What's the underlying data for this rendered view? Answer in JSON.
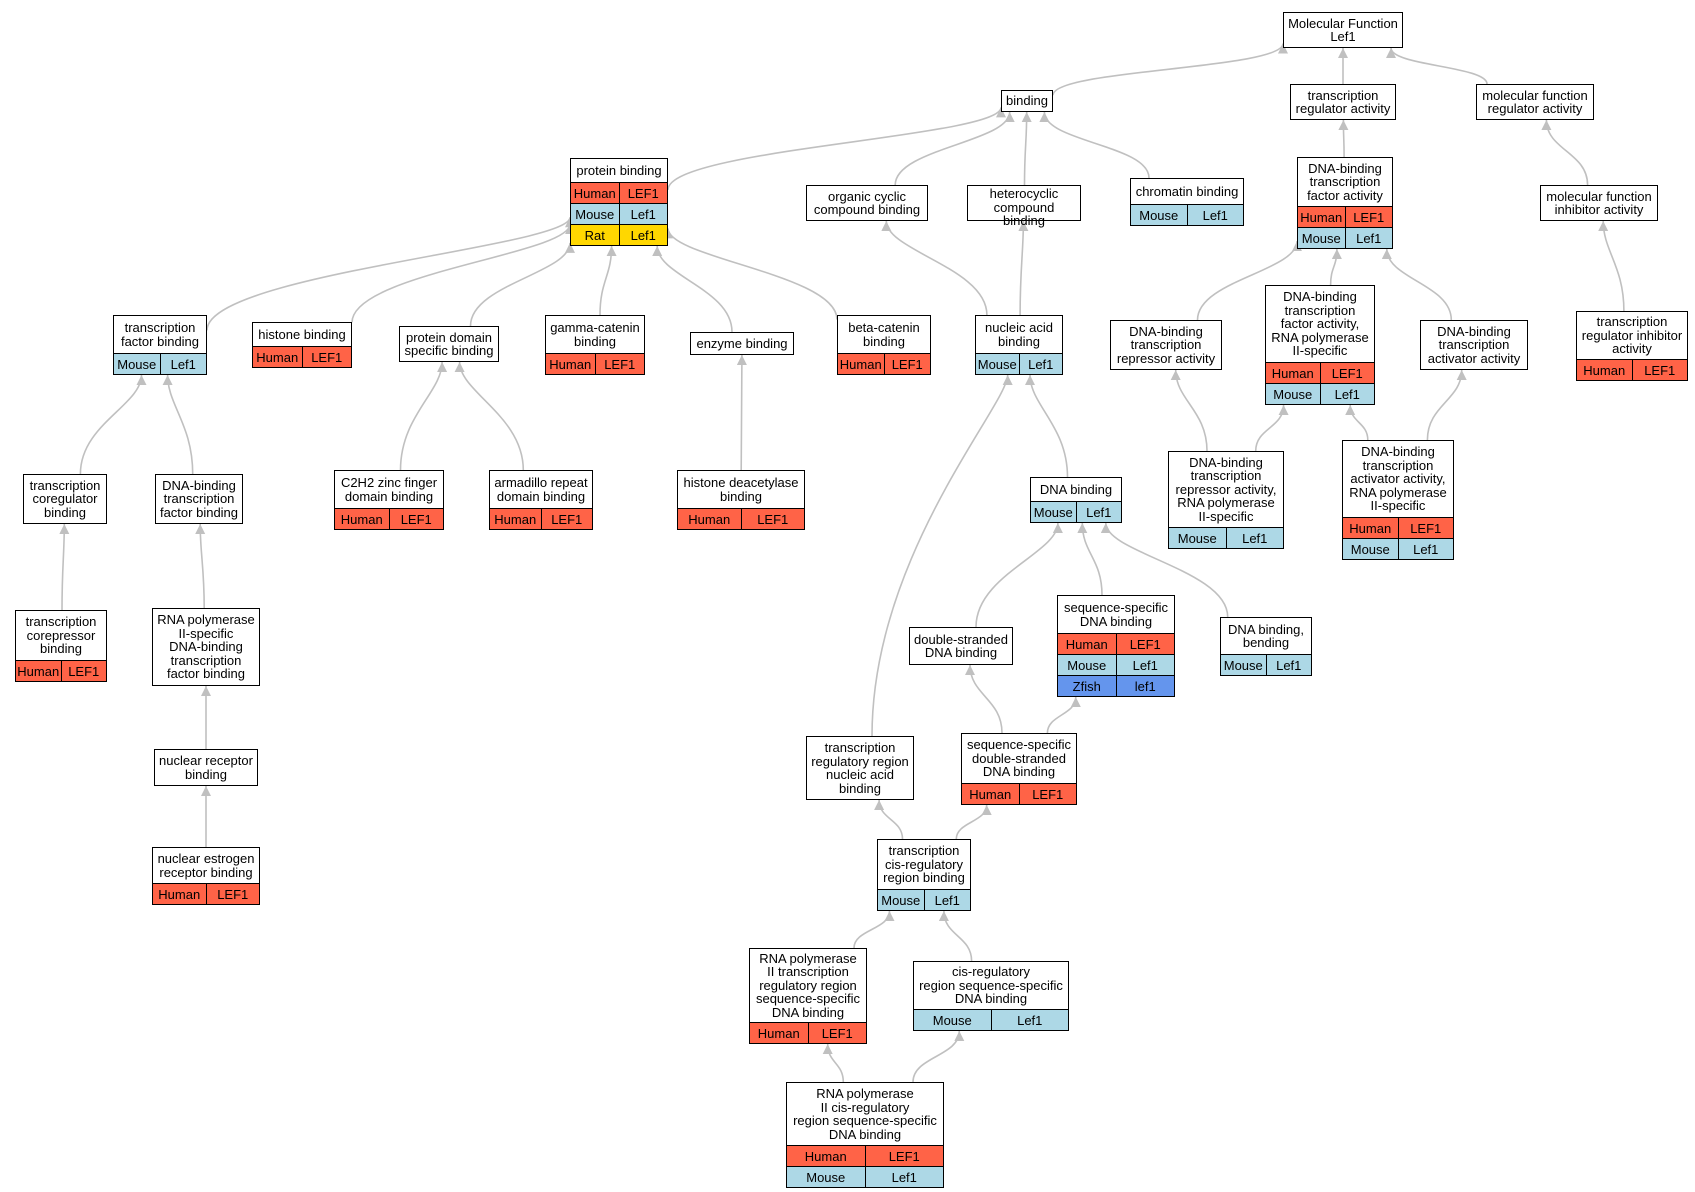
{
  "species_colors": {
    "Human": "#ff6347",
    "Mouse": "#add8e6",
    "Rat": "#ffd700",
    "Zfish": "#6495ed"
  },
  "edge_color": "#c0c0c0",
  "nodes": [
    {
      "id": "mf",
      "label": "Molecular Function\nLef1",
      "rows": []
    },
    {
      "id": "binding",
      "label": "binding",
      "rows": []
    },
    {
      "id": "tra",
      "label": "transcription\nregulator activity",
      "rows": []
    },
    {
      "id": "mfra",
      "label": "molecular function\nregulator activity",
      "rows": []
    },
    {
      "id": "pb",
      "label": "protein binding",
      "rows": [
        [
          "Human",
          "LEF1"
        ],
        [
          "Mouse",
          "Lef1"
        ],
        [
          "Rat",
          "Lef1"
        ]
      ]
    },
    {
      "id": "occb",
      "label": "organic cyclic\ncompound binding",
      "rows": []
    },
    {
      "id": "hccb",
      "label": "heterocyclic\ncompound binding",
      "rows": []
    },
    {
      "id": "chb",
      "label": "chromatin binding",
      "rows": [
        [
          "Mouse",
          "Lef1"
        ]
      ]
    },
    {
      "id": "dbtfa",
      "label": "DNA-binding\ntranscription\nfactor activity",
      "rows": [
        [
          "Human",
          "LEF1"
        ],
        [
          "Mouse",
          "Lef1"
        ]
      ]
    },
    {
      "id": "mfia",
      "label": "molecular function\ninhibitor activity",
      "rows": []
    },
    {
      "id": "tfb",
      "label": "transcription\nfactor binding",
      "rows": [
        [
          "Mouse",
          "Lef1"
        ]
      ]
    },
    {
      "id": "hb",
      "label": "histone binding",
      "rows": [
        [
          "Human",
          "LEF1"
        ]
      ]
    },
    {
      "id": "pdsb",
      "label": "protein domain\nspecific binding",
      "rows": []
    },
    {
      "id": "gcb",
      "label": "gamma-catenin\nbinding",
      "rows": [
        [
          "Human",
          "LEF1"
        ]
      ]
    },
    {
      "id": "eb",
      "label": "enzyme binding",
      "rows": []
    },
    {
      "id": "bcb",
      "label": "beta-catenin\nbinding",
      "rows": [
        [
          "Human",
          "LEF1"
        ]
      ]
    },
    {
      "id": "nab",
      "label": "nucleic acid\nbinding",
      "rows": [
        [
          "Mouse",
          "Lef1"
        ]
      ]
    },
    {
      "id": "dbtra",
      "label": "DNA-binding\ntranscription\nrepressor activity",
      "rows": []
    },
    {
      "id": "dbtfa2",
      "label": "DNA-binding\ntranscription\nfactor activity,\nRNA polymerase\nII-specific",
      "rows": [
        [
          "Human",
          "LEF1"
        ],
        [
          "Mouse",
          "Lef1"
        ]
      ]
    },
    {
      "id": "dbtaa",
      "label": "DNA-binding\ntranscription\nactivator activity",
      "rows": []
    },
    {
      "id": "tria",
      "label": "transcription\nregulator inhibitor\nactivity",
      "rows": [
        [
          "Human",
          "LEF1"
        ]
      ]
    },
    {
      "id": "tcb",
      "label": "transcription\ncoregulator\nbinding",
      "rows": []
    },
    {
      "id": "dbtfb",
      "label": "DNA-binding\ntranscription\nfactor binding",
      "rows": []
    },
    {
      "id": "c2h2",
      "label": "C2H2 zinc finger\ndomain binding",
      "rows": [
        [
          "Human",
          "LEF1"
        ]
      ]
    },
    {
      "id": "arm",
      "label": "armadillo repeat\ndomain binding",
      "rows": [
        [
          "Human",
          "LEF1"
        ]
      ]
    },
    {
      "id": "hdb",
      "label": "histone deacetylase\nbinding",
      "rows": [
        [
          "Human",
          "LEF1"
        ]
      ]
    },
    {
      "id": "dnab",
      "label": "DNA binding",
      "rows": [
        [
          "Mouse",
          "Lef1"
        ]
      ]
    },
    {
      "id": "dbtra2",
      "label": "DNA-binding\ntranscription\nrepressor activity,\nRNA polymerase\nII-specific",
      "rows": [
        [
          "Mouse",
          "Lef1"
        ]
      ]
    },
    {
      "id": "dbtaa2",
      "label": "DNA-binding\ntranscription\nactivator activity,\nRNA polymerase\nII-specific",
      "rows": [
        [
          "Human",
          "LEF1"
        ],
        [
          "Mouse",
          "Lef1"
        ]
      ]
    },
    {
      "id": "tcorb",
      "label": "transcription\ncorepressor\nbinding",
      "rows": [
        [
          "Human",
          "LEF1"
        ]
      ]
    },
    {
      "id": "rp2b",
      "label": "RNA polymerase\nII-specific\nDNA-binding\ntranscription\nfactor binding",
      "rows": []
    },
    {
      "id": "ssdb",
      "label": "sequence-specific\nDNA binding",
      "rows": [
        [
          "Human",
          "LEF1"
        ],
        [
          "Mouse",
          "Lef1"
        ],
        [
          "Zfish",
          "lef1"
        ]
      ]
    },
    {
      "id": "dbb",
      "label": "DNA binding,\nbending",
      "rows": [
        [
          "Mouse",
          "Lef1"
        ]
      ]
    },
    {
      "id": "dsdb",
      "label": "double-stranded\nDNA binding",
      "rows": []
    },
    {
      "id": "nrb",
      "label": "nuclear receptor\nbinding",
      "rows": []
    },
    {
      "id": "ssdsdb",
      "label": "sequence-specific\ndouble-stranded\nDNA binding",
      "rows": [
        [
          "Human",
          "LEF1"
        ]
      ]
    },
    {
      "id": "trrnab",
      "label": "transcription\nregulatory region\nnucleic acid\nbinding",
      "rows": []
    },
    {
      "id": "nerb",
      "label": "nuclear estrogen\nreceptor binding",
      "rows": [
        [
          "Human",
          "LEF1"
        ]
      ]
    },
    {
      "id": "tcrrb",
      "label": "transcription\ncis-regulatory\nregion binding",
      "rows": [
        [
          "Mouse",
          "Lef1"
        ]
      ]
    },
    {
      "id": "rp2trr",
      "label": "RNA polymerase\nII transcription\nregulatory region\nsequence-specific\nDNA binding",
      "rows": [
        [
          "Human",
          "LEF1"
        ]
      ]
    },
    {
      "id": "crrssdb",
      "label": "cis-regulatory\nregion sequence-specific\nDNA binding",
      "rows": [
        [
          "Mouse",
          "Lef1"
        ]
      ]
    },
    {
      "id": "rp2crr",
      "label": "RNA polymerase\nII cis-regulatory\nregion sequence-specific\nDNA binding",
      "rows": [
        [
          "Human",
          "LEF1"
        ],
        [
          "Mouse",
          "Lef1"
        ]
      ]
    }
  ],
  "edges": [
    [
      "binding",
      "mf"
    ],
    [
      "tra",
      "mf"
    ],
    [
      "mfra",
      "mf"
    ],
    [
      "pb",
      "binding"
    ],
    [
      "occb",
      "binding"
    ],
    [
      "hccb",
      "binding"
    ],
    [
      "chb",
      "binding"
    ],
    [
      "dbtfa",
      "tra"
    ],
    [
      "mfia",
      "mfra"
    ],
    [
      "tfb",
      "pb"
    ],
    [
      "hb",
      "pb"
    ],
    [
      "pdsb",
      "pb"
    ],
    [
      "gcb",
      "pb"
    ],
    [
      "eb",
      "pb"
    ],
    [
      "bcb",
      "pb"
    ],
    [
      "nab",
      "occb"
    ],
    [
      "nab",
      "hccb"
    ],
    [
      "dbtra",
      "dbtfa"
    ],
    [
      "dbtfa2",
      "dbtfa"
    ],
    [
      "dbtaa",
      "dbtfa"
    ],
    [
      "tria",
      "mfia"
    ],
    [
      "tcb",
      "tfb"
    ],
    [
      "dbtfb",
      "tfb"
    ],
    [
      "c2h2",
      "pdsb"
    ],
    [
      "arm",
      "pdsb"
    ],
    [
      "hdb",
      "eb"
    ],
    [
      "dnab",
      "nab"
    ],
    [
      "trrnab",
      "nab"
    ],
    [
      "dbtra2",
      "dbtra"
    ],
    [
      "dbtra2",
      "dbtfa2"
    ],
    [
      "dbtaa2",
      "dbtfa2"
    ],
    [
      "dbtaa2",
      "dbtaa"
    ],
    [
      "tcorb",
      "tcb"
    ],
    [
      "rp2b",
      "dbtfb"
    ],
    [
      "nrb",
      "rp2b"
    ],
    [
      "nerb",
      "nrb"
    ],
    [
      "ssdb",
      "dnab"
    ],
    [
      "dbb",
      "dnab"
    ],
    [
      "dsdb",
      "dnab"
    ],
    [
      "ssdsdb",
      "dsdb"
    ],
    [
      "ssdsdb",
      "ssdb"
    ],
    [
      "tcrrb",
      "trrnab"
    ],
    [
      "tcrrb",
      "ssdsdb"
    ],
    [
      "rp2trr",
      "tcrrb"
    ],
    [
      "crrssdb",
      "tcrrb"
    ],
    [
      "rp2crr",
      "rp2trr"
    ],
    [
      "rp2crr",
      "crrssdb"
    ]
  ]
}
